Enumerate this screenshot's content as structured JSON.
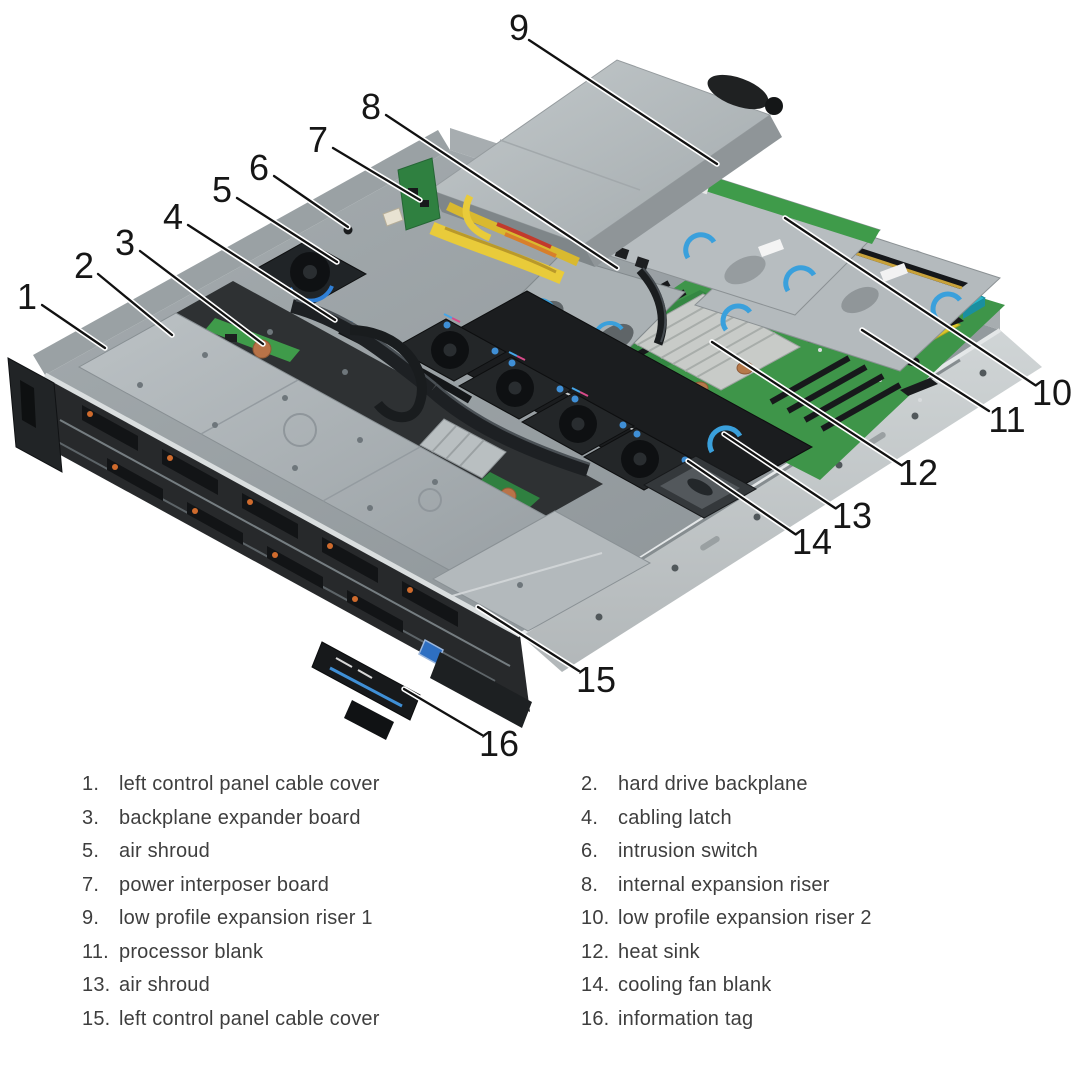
{
  "figure": {
    "description": "Exploded-view photo diagram of a 1U rack server interior with numbered callouts",
    "callouts": [
      {
        "n": "1",
        "label": "left control panel cable cover"
      },
      {
        "n": "2",
        "label": "hard drive backplane"
      },
      {
        "n": "3",
        "label": "backplane expander board"
      },
      {
        "n": "4",
        "label": "cabling latch"
      },
      {
        "n": "5",
        "label": "air shroud"
      },
      {
        "n": "6",
        "label": "intrusion switch"
      },
      {
        "n": "7",
        "label": "power interposer board"
      },
      {
        "n": "8",
        "label": "internal expansion riser"
      },
      {
        "n": "9",
        "label": "low profile expansion riser 1"
      },
      {
        "n": "10",
        "label": "low profile expansion riser 2"
      },
      {
        "n": "11",
        "label": "processor blank"
      },
      {
        "n": "12",
        "label": "heat sink"
      },
      {
        "n": "13",
        "label": "air shroud"
      },
      {
        "n": "14",
        "label": "cooling fan blank"
      },
      {
        "n": "15",
        "label": "left control panel cable cover"
      },
      {
        "n": "16",
        "label": "information tag"
      }
    ]
  },
  "legend": {
    "left": [
      {
        "num": "1.",
        "label": "left control panel cable cover"
      },
      {
        "num": "3.",
        "label": "backplane expander board"
      },
      {
        "num": "5.",
        "label": "air shroud"
      },
      {
        "num": "7.",
        "label": "power interposer board"
      },
      {
        "num": "9.",
        "label": "low profile expansion riser 1"
      },
      {
        "num": "11.",
        "label": "processor blank"
      },
      {
        "num": "13.",
        "label": "air shroud"
      },
      {
        "num": "15.",
        "label": "left control panel cable cover"
      }
    ],
    "right": [
      {
        "num": "2.",
        "label": "hard drive backplane"
      },
      {
        "num": "4.",
        "label": "cabling latch"
      },
      {
        "num": "6.",
        "label": "intrusion switch"
      },
      {
        "num": "8.",
        "label": "internal expansion riser"
      },
      {
        "num": "10.",
        "label": "low profile expansion riser 2"
      },
      {
        "num": "12.",
        "label": "heat sink"
      },
      {
        "num": "14.",
        "label": "cooling fan blank"
      },
      {
        "num": "16.",
        "label": "information tag"
      }
    ]
  },
  "colors": {
    "background": "#ffffff",
    "chassis_gray": "#b7bdc0",
    "motherboard_green": "#3e9549",
    "air_shroud_black": "#1b1d1f",
    "processor_blank_yellow": "#d9c62a",
    "accent_blue": "#3aa0dc",
    "cable_yellow": "#e9cb3a",
    "heatsink_silver": "#c8cbc8",
    "teal_component": "#2ab5c9",
    "leader_line": "#111111",
    "legend_text": "#3e3e3e"
  }
}
